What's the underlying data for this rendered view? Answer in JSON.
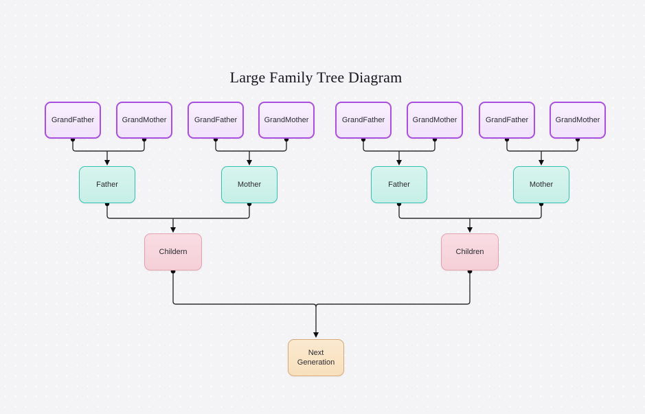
{
  "title": "Large Family Tree Diagram",
  "diagram_type": "family-tree-flowchart",
  "nodes": [
    {
      "label": "GrandFather",
      "type": "grandparent"
    },
    {
      "label": "GrandMother",
      "type": "grandparent"
    },
    {
      "label": "GrandFather",
      "type": "grandparent"
    },
    {
      "label": "GrandMother",
      "type": "grandparent"
    },
    {
      "label": "GrandFather",
      "type": "grandparent"
    },
    {
      "label": "GrandMother",
      "type": "grandparent"
    },
    {
      "label": "GrandFather",
      "type": "grandparent"
    },
    {
      "label": "GrandMother",
      "type": "grandparent"
    },
    {
      "label": "Father",
      "type": "parent"
    },
    {
      "label": "Mother",
      "type": "parent"
    },
    {
      "label": "Father",
      "type": "parent"
    },
    {
      "label": "Mother",
      "type": "parent"
    },
    {
      "label": "Childern",
      "type": "child"
    },
    {
      "label": "Children",
      "type": "child"
    },
    {
      "label": "Next Generation",
      "type": "next-generation"
    }
  ],
  "edges": [
    {
      "from": [
        0,
        1
      ],
      "to": 8
    },
    {
      "from": [
        2,
        3
      ],
      "to": 9
    },
    {
      "from": [
        4,
        5
      ],
      "to": 10
    },
    {
      "from": [
        6,
        7
      ],
      "to": 11
    },
    {
      "from": [
        8,
        9
      ],
      "to": 12
    },
    {
      "from": [
        10,
        11
      ],
      "to": 13
    },
    {
      "from": [
        12,
        13
      ],
      "to": 14
    }
  ],
  "colors": {
    "background": "#f4f3f5",
    "grandparent_fill": "#f4e8fc",
    "grandparent_border": "#a84fe0",
    "parent_fill": "#cdf1e9",
    "parent_border": "#34c2b0",
    "child_fill": "#f7d5dc",
    "child_border": "#e3a2b0",
    "next_fill": "#fae4c5",
    "next_border": "#d5ab7c",
    "connector_line": "#2d2d2d",
    "connector_dot": "#0d0d0d",
    "title_text": "#15151d",
    "label_text": "#2a2a31"
  }
}
